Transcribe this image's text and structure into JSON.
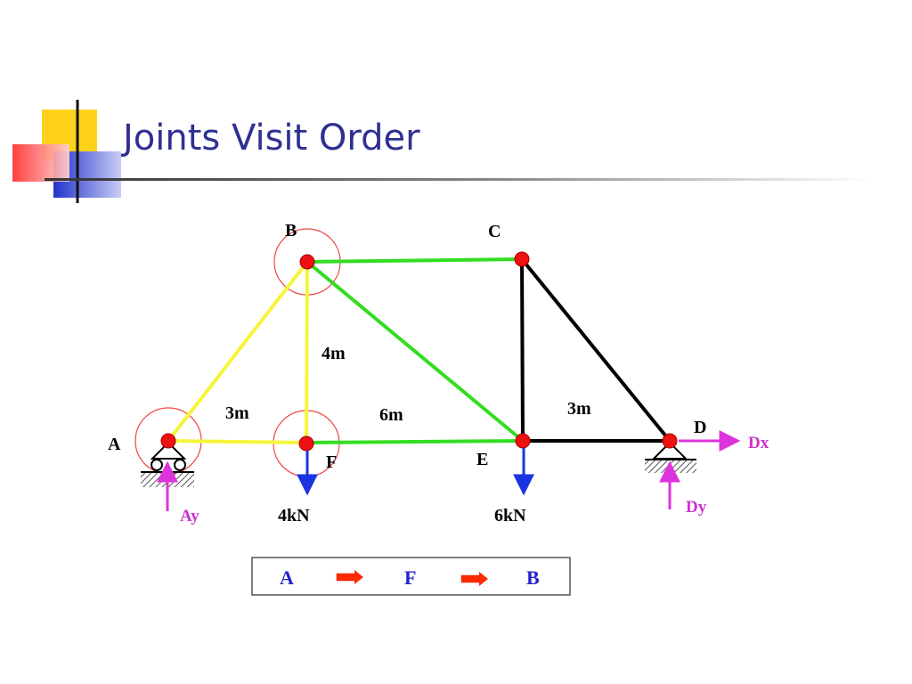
{
  "slide": {
    "title": "Joints Visit Order"
  },
  "colors": {
    "title": "#2e3192",
    "member_visited": "#f5f53a",
    "member_pending": "#33dd22",
    "member_default": "#000000",
    "joint": "#ee1111",
    "load_arrow": "#1a35e0",
    "reaction_arrow": "#dd33dd",
    "order_text": "#2222cc",
    "order_arrow": "#ff2a00"
  },
  "diagram": {
    "joints": [
      {
        "id": "A",
        "label": "A"
      },
      {
        "id": "B",
        "label": "B"
      },
      {
        "id": "C",
        "label": "C"
      },
      {
        "id": "D",
        "label": "D"
      },
      {
        "id": "E",
        "label": "E"
      },
      {
        "id": "F",
        "label": "F"
      }
    ],
    "members": [
      {
        "from": "A",
        "to": "B",
        "state": "visited"
      },
      {
        "from": "A",
        "to": "F",
        "state": "visited"
      },
      {
        "from": "F",
        "to": "B",
        "state": "visited"
      },
      {
        "from": "B",
        "to": "C",
        "state": "pending"
      },
      {
        "from": "B",
        "to": "E",
        "state": "pending"
      },
      {
        "from": "F",
        "to": "E",
        "state": "pending"
      },
      {
        "from": "C",
        "to": "E",
        "state": "default"
      },
      {
        "from": "C",
        "to": "D",
        "state": "default"
      },
      {
        "from": "E",
        "to": "D",
        "state": "default"
      }
    ],
    "highlighted_joints": [
      "A",
      "F",
      "B"
    ],
    "dimensions": {
      "bf": "4m",
      "af": "3m",
      "fe": "6m",
      "ed": "3m"
    },
    "loads": [
      {
        "joint": "F",
        "label": "4kN"
      },
      {
        "joint": "E",
        "label": "6kN"
      }
    ],
    "reactions": {
      "ay": "Ay",
      "dx": "Dx",
      "dy": "Dy"
    }
  },
  "visit_order": [
    "A",
    "F",
    "B"
  ]
}
